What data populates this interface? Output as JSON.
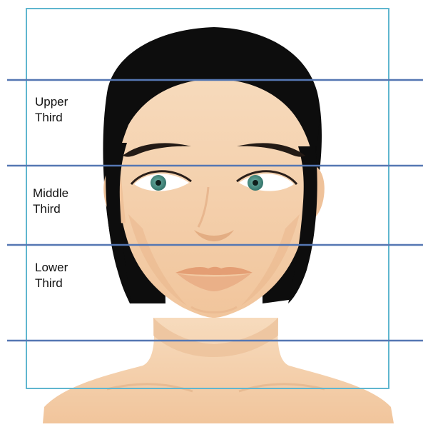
{
  "labels": {
    "upper": {
      "line1": "Upper",
      "line2": "Third"
    },
    "middle": {
      "line1": "Middle",
      "line2": "Third"
    },
    "lower": {
      "line1": "Lower",
      "line2": "Third"
    }
  },
  "colors": {
    "frame": "#5fb6cf",
    "guide_lines": "#5577b3",
    "hair": "#0d0d0d",
    "skin": "#f5d1ac",
    "skin_shadow": "#e8b88e",
    "lips": "#e9a97f",
    "iris": "#3f8a7f",
    "brows": "#2a1f1a"
  },
  "icons": {
    "illustration": "female-face-illustration"
  }
}
